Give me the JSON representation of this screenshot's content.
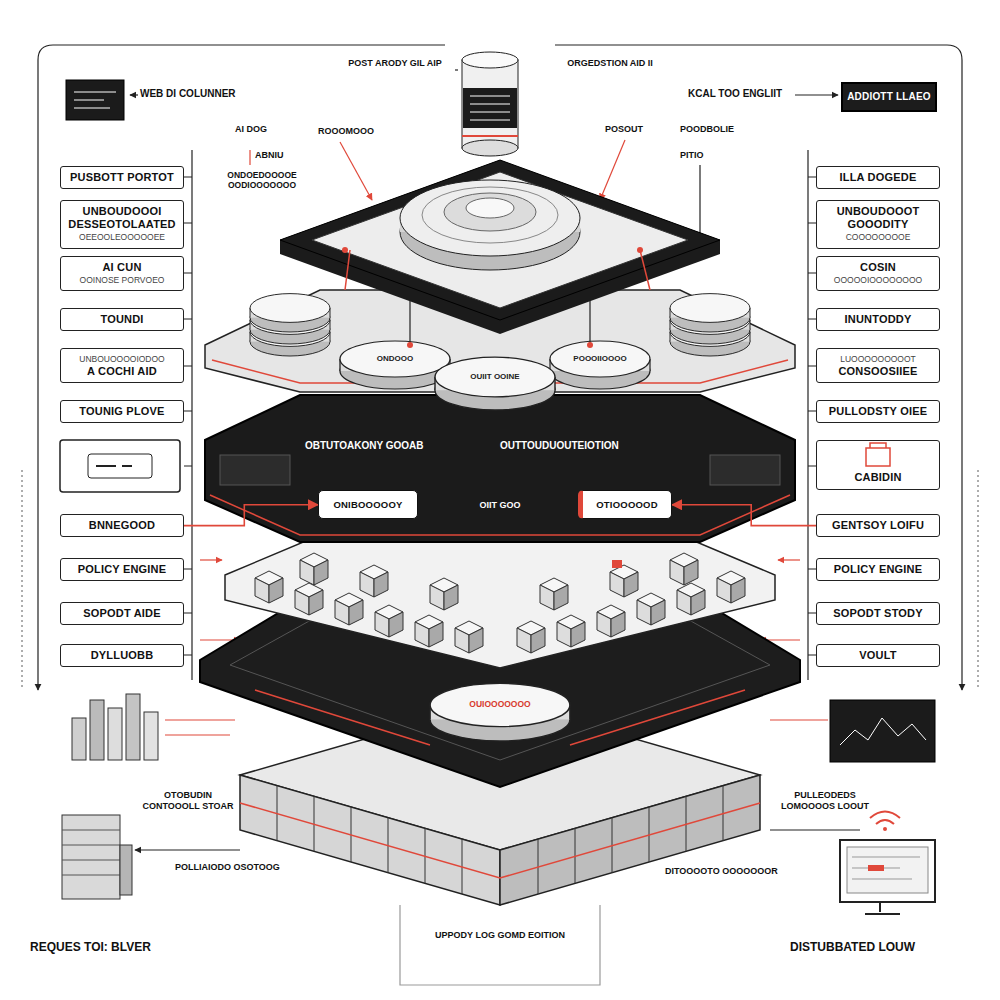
{
  "diagram": {
    "nodes": [
      {
        "text": [
          "ADDIOTT LLAEO"
        ]
      },
      {
        "text": [
          "PUSBOTT PORTOT"
        ]
      },
      {
        "text": [
          "ILLA DOGEDE"
        ]
      },
      {
        "text": [
          "UNBOUDOOOI DESSEOTOLAATED",
          "OEEOOLEOOOOOEE"
        ]
      },
      {
        "text": [
          "UNBOUDOOOT GOOODITY",
          "COOOOOOOOE"
        ]
      },
      {
        "text": [
          "AI CUN",
          "OOINOSE PORVOEO"
        ]
      },
      {
        "text": [
          "COSIN",
          "OOOOOIOOOOOOOO"
        ]
      },
      {
        "text": [
          "TOUNDI"
        ]
      },
      {
        "text": [
          "INUNTODDY"
        ]
      },
      {
        "text": [
          "UNBOUOOOOIODOO",
          "A COCHI AID"
        ]
      },
      {
        "text": [
          "LUOOOOOOOOOT",
          "CONSOOSIIEE"
        ]
      },
      {
        "text": [
          "TOUNIG PLOVE"
        ]
      },
      {
        "text": [
          "PULLODSTY OIEE"
        ]
      },
      {
        "text": [
          "CABIDIN"
        ]
      },
      {
        "text": [
          "ONIBOOOOOY"
        ]
      },
      {
        "text": [
          "OTIOOOOOD"
        ]
      },
      {
        "text": [
          "BNNEGOOD"
        ]
      },
      {
        "text": [
          "GENTSOY LOIFU"
        ]
      },
      {
        "text": [
          "POLICY ENGINE"
        ]
      },
      {
        "text": [
          "POLICY ENGINE"
        ]
      },
      {
        "text": [
          "SOPODT AIDE"
        ]
      },
      {
        "text": [
          "SOPODT STODY"
        ]
      },
      {
        "text": [
          "DYLLUOBB"
        ]
      },
      {
        "text": [
          "VOULT"
        ]
      }
    ],
    "edges": [
      {
        "from": 16,
        "to": 14,
        "arrow": "to"
      },
      {
        "from": 17,
        "to": 15,
        "arrow": "to"
      }
    ],
    "labels": [
      "WEB DI COLUNNER",
      "POST ARODY GIL AIP",
      "ORGEDSTION AID II",
      "KCAL TOO ENGLIIT",
      "AI DOG",
      "ROOOMOOO",
      "ABNIU",
      "ONDOEDOOOOE OODIOOOOOOO",
      "POSOUT",
      "POODBOLIE",
      "PITIO",
      "OBTUTOAKONY GOOAB",
      "OUTTOUDUOUTEIOTION",
      "OIIT GOO",
      "ONDOOO",
      "OUIIT OOINE",
      "POOOIIOOOO",
      "OUIOOOOOOO",
      "OTOBUDIN CONTOOOLL STOAR",
      "PULLEODEDS LOMOOOOS LOOUT",
      "POLLIAIODO OSOTOOG",
      "DITOOOOTO OOOOOOOR",
      "REQUES TOI: BLVER",
      "UPPODY LOG GOMD EOITION",
      "DISTUBBATED LOUW"
    ]
  }
}
